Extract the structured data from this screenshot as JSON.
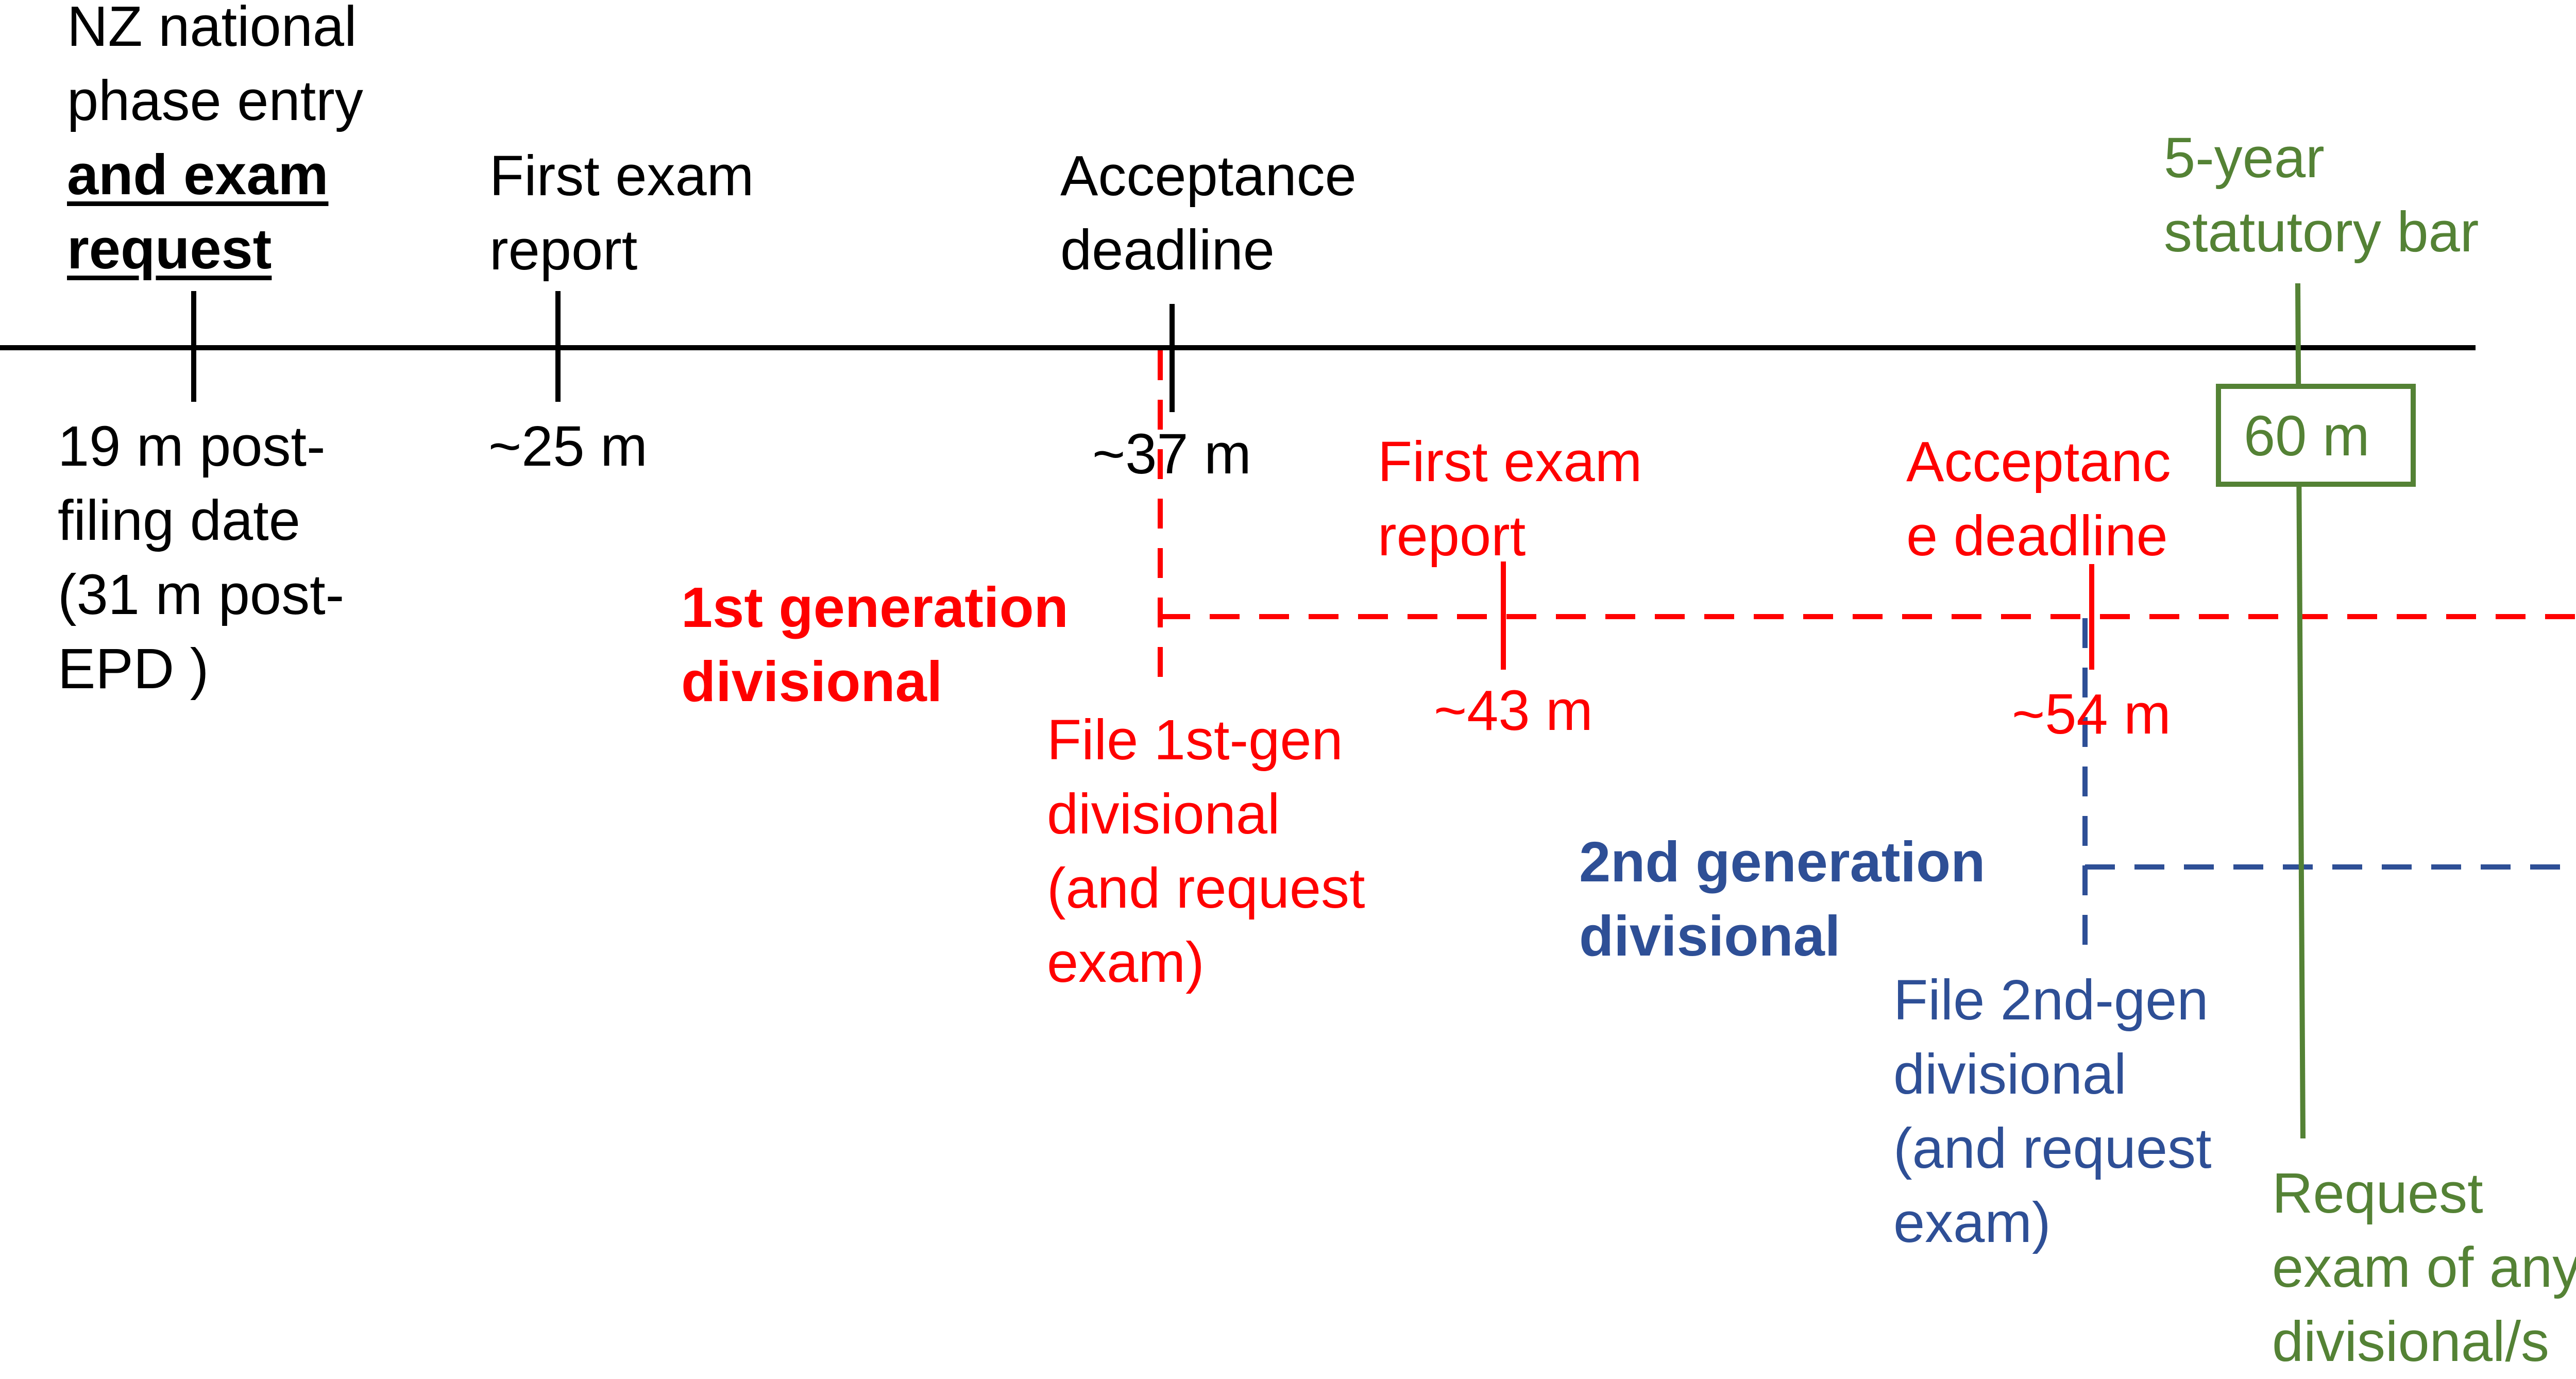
{
  "colors": {
    "main": "#000000",
    "first_gen": "#ff0000",
    "second_gen": "#2e4f96",
    "statutory": "#548235"
  },
  "main_timeline": {
    "entry": {
      "label_plain": [
        "NZ national",
        "phase entry"
      ],
      "label_emph": [
        "and exam",
        "request"
      ],
      "time": [
        "19 m post-",
        "filing date",
        "(31 m post-",
        "EPD )"
      ]
    },
    "first_exam": {
      "label": [
        "First exam",
        "report"
      ],
      "time": "~25 m"
    },
    "acceptance": {
      "label": [
        "Acceptance",
        "deadline"
      ],
      "time": "~37 m"
    }
  },
  "first_generation": {
    "title": [
      "1st generation",
      "divisional"
    ],
    "file_note": [
      "File 1st-gen",
      "divisional",
      "(and request",
      "exam)"
    ],
    "first_exam": {
      "label": [
        "First exam",
        "report"
      ],
      "time": "~43 m"
    },
    "acceptance": {
      "label": [
        "Acceptanc",
        "e deadline"
      ],
      "time": "~54 m"
    }
  },
  "second_generation": {
    "title": [
      "2nd generation",
      "divisional"
    ],
    "file_note": [
      "File 2nd-gen",
      "divisional",
      "(and request",
      "exam)"
    ]
  },
  "statutory_bar": {
    "label": [
      "5-year",
      "statutory bar"
    ],
    "time": "60 m",
    "note": [
      "Request",
      "exam of any",
      "divisional/s"
    ]
  }
}
